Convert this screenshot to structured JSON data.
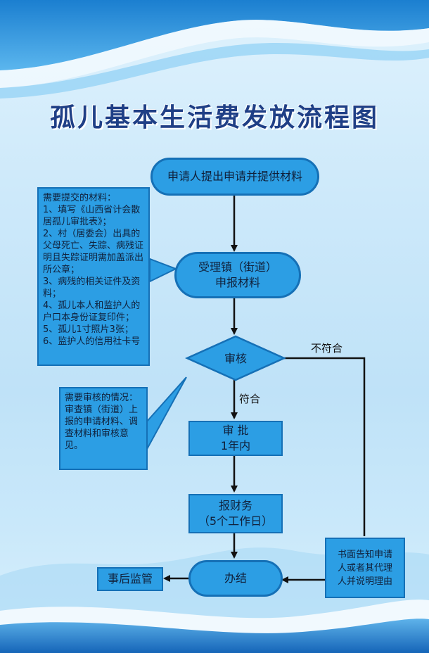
{
  "title": "孤儿基本生活费发放流程图",
  "nodes": {
    "apply": "申请人提出申请并提供材料",
    "accept": "受理镇（街道）\n申报材料",
    "review": "审核",
    "approve": "审  批\n1年内",
    "report_finance": "报财务\n（5个工作日）",
    "complete": "办结",
    "supervision": "事后监管",
    "notify": "书面告知申请\n人或者其代理\n人并说明理由"
  },
  "notes": {
    "materials": "需要提交的材料：\n1、填写《山西省计会散居孤儿审批表》；\n2、村（居委会）出具的父母死亡、失踪、病残证明且失踪证明需加盖派出所公章；\n3、病残的相关证件及资料；\n4、孤儿本人和监护人的户口本身份证复印件；\n5、孤儿1寸照片3张；\n6、监护人的信用社卡号",
    "review_info": "需要审核的情况：\n审查镇（街道）上报的申请材料、调查材料和审核意见。"
  },
  "edge_labels": {
    "pass": "符合",
    "fail": "不符合"
  },
  "colors": {
    "node_fill": "#2c9ee4",
    "node_border": "#1570b6",
    "title": "#1f3f86",
    "line": "#111111"
  }
}
